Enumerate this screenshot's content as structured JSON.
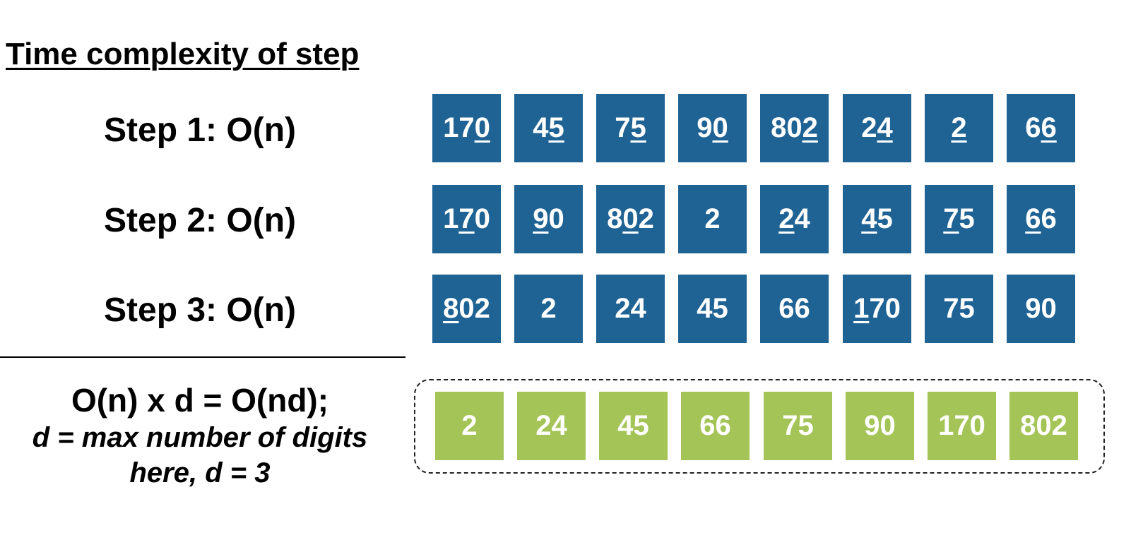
{
  "title": "Time complexity of step",
  "steps": [
    {
      "label": "Step 1: O(n)",
      "boxes": [
        {
          "pre": "17",
          "u": "0",
          "post": ""
        },
        {
          "pre": "4",
          "u": "5",
          "post": ""
        },
        {
          "pre": "7",
          "u": "5",
          "post": ""
        },
        {
          "pre": "9",
          "u": "0",
          "post": ""
        },
        {
          "pre": "80",
          "u": "2",
          "post": ""
        },
        {
          "pre": "2",
          "u": "4",
          "post": ""
        },
        {
          "pre": "",
          "u": "2",
          "post": ""
        },
        {
          "pre": "6",
          "u": "6",
          "post": ""
        }
      ]
    },
    {
      "label": "Step 2: O(n)",
      "boxes": [
        {
          "pre": "1",
          "u": "7",
          "post": "0"
        },
        {
          "pre": "",
          "u": "9",
          "post": "0"
        },
        {
          "pre": "8",
          "u": "0",
          "post": "2"
        },
        {
          "pre": "2",
          "u": "",
          "post": ""
        },
        {
          "pre": "",
          "u": "2",
          "post": "4"
        },
        {
          "pre": "",
          "u": "4",
          "post": "5"
        },
        {
          "pre": "",
          "u": "7",
          "post": "5"
        },
        {
          "pre": "",
          "u": "6",
          "post": "6"
        }
      ]
    },
    {
      "label": "Step 3: O(n)",
      "boxes": [
        {
          "pre": "",
          "u": "8",
          "post": "02"
        },
        {
          "pre": "2",
          "u": "",
          "post": ""
        },
        {
          "pre": "24",
          "u": "",
          "post": ""
        },
        {
          "pre": "45",
          "u": "",
          "post": ""
        },
        {
          "pre": "66",
          "u": "",
          "post": ""
        },
        {
          "pre": "",
          "u": "1",
          "post": "70"
        },
        {
          "pre": "75",
          "u": "",
          "post": ""
        },
        {
          "pre": "90",
          "u": "",
          "post": ""
        }
      ]
    }
  ],
  "formula": {
    "main": "O(n) x d = O(nd);",
    "note1": "d = max number of digits",
    "note2": "here, d = 3"
  },
  "sorted": [
    "2",
    "24",
    "45",
    "66",
    "75",
    "90",
    "170",
    "802"
  ],
  "colors": {
    "step_box": "#1f6394",
    "sorted_box": "#a4c457"
  }
}
